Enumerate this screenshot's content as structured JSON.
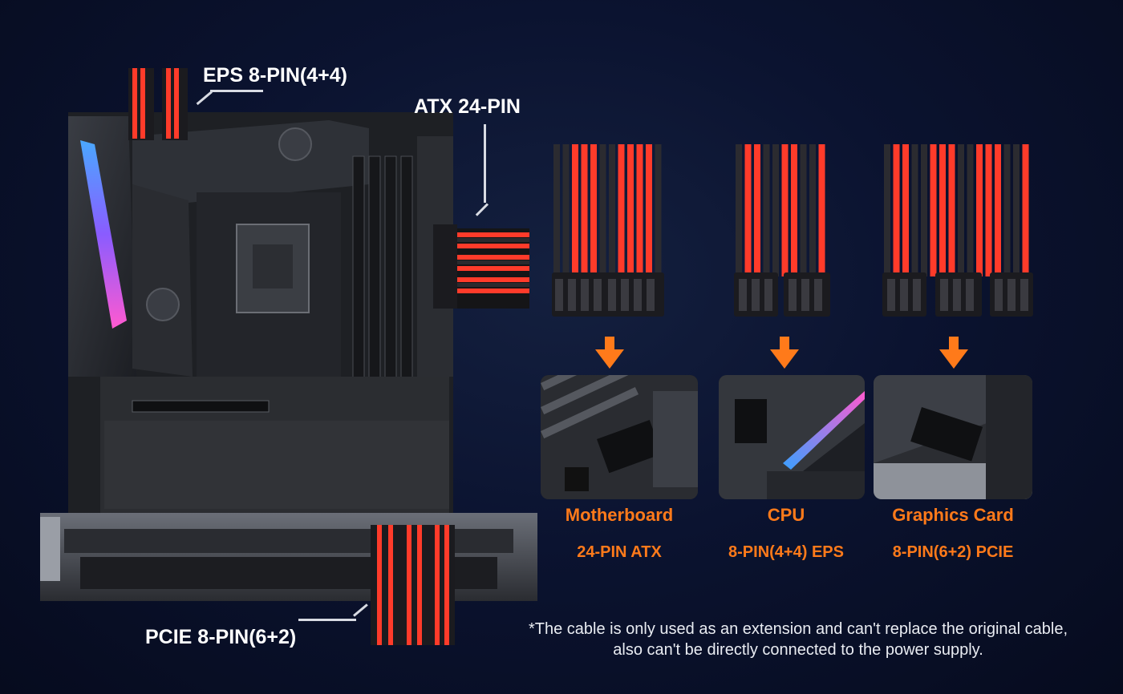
{
  "labels": {
    "eps": "EPS 8-PIN(4+4)",
    "atx": "ATX 24-PIN",
    "pcie": "PCIE 8-PIN(6+2)"
  },
  "targets": [
    {
      "title": "Motherboard",
      "connector": "24-PIN ATX"
    },
    {
      "title": "CPU",
      "connector": "8-PIN(4+4) EPS"
    },
    {
      "title": "Graphics Card",
      "connector": "8-PIN(6+2) PCIE"
    }
  ],
  "note": {
    "line1": "*The cable is only used as an extension and can't replace the original cable,",
    "line2": "also can't be directly connected to the power supply."
  },
  "colors": {
    "accent": "#ff7a1a",
    "cable_red": "#ff3b2a",
    "cable_black": "#1b1b1f",
    "background": "#0b1330"
  }
}
